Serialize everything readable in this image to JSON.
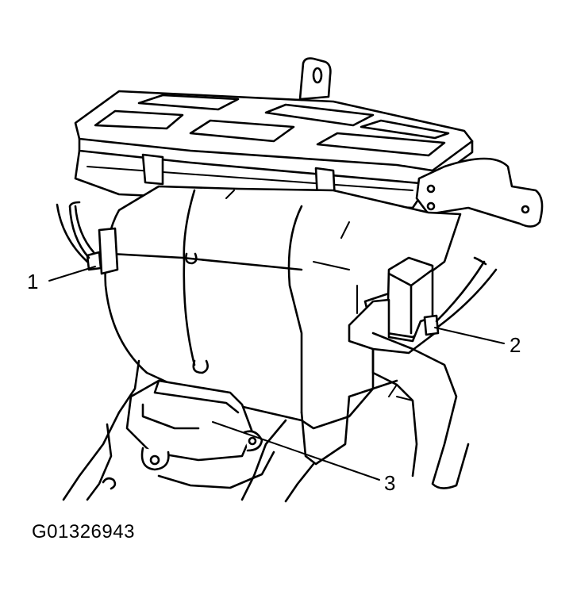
{
  "figure": {
    "id": "G01326943",
    "callouts": [
      {
        "number": "1"
      },
      {
        "number": "2"
      },
      {
        "number": "3"
      }
    ]
  },
  "colors": {
    "line": "#000000",
    "background": "#ffffff"
  }
}
